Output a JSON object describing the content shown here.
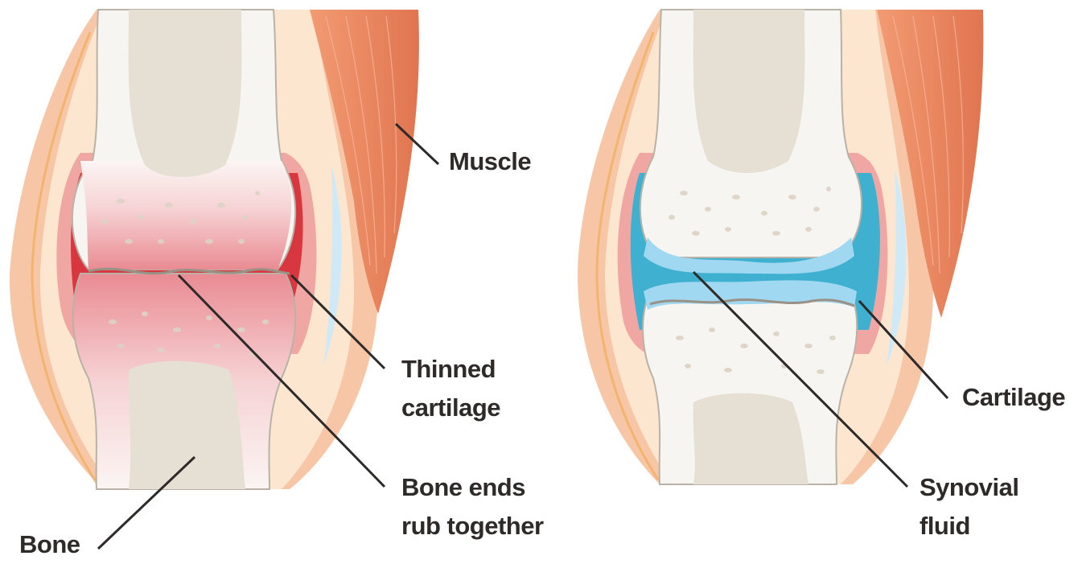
{
  "left_joint": {
    "labels": {
      "muscle": "Muscle",
      "thinned_cartilage": [
        "Thinned",
        "cartilage"
      ],
      "bone_ends": [
        "Bone ends",
        "rub together"
      ],
      "bone": "Bone"
    }
  },
  "right_joint": {
    "labels": {
      "cartilage": "Cartilage",
      "synovial_fluid": [
        "Synovial",
        "fluid"
      ]
    }
  },
  "colors": {
    "muscle": "#e9855e",
    "skin_outer": "#f5c3a1",
    "skin_inner": "#fde3c8",
    "bone_outer": "#f6f4f0",
    "bone_marrow": "#e8e1d6",
    "inflamed_red": "#d9373f",
    "synovial_blue": "#3fb0d0",
    "cartilage_light_blue": "#9fd8f0",
    "leader_line": "#2d2a29"
  }
}
